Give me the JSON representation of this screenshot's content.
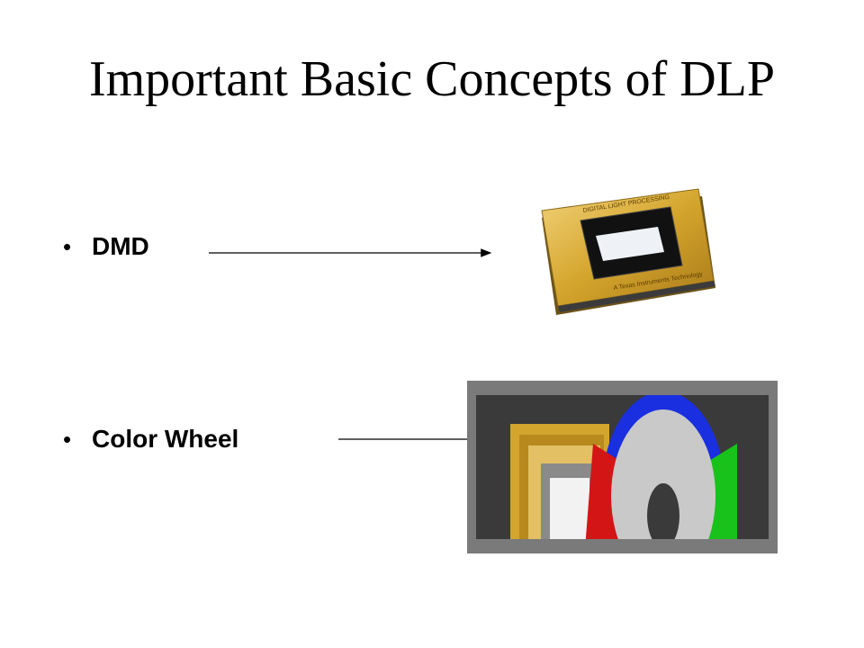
{
  "slide": {
    "title": "Important Basic Concepts of DLP",
    "bullets": [
      {
        "label": "DMD",
        "image": "dmd-chip-photo"
      },
      {
        "label": "Color Wheel",
        "image": "color-wheel-photo"
      }
    ],
    "bullet_glyph": "•"
  },
  "dmd_chip": {
    "header_text": "DIGITAL LIGHT PROCESSING",
    "footer_text": "A Texas Instruments Technology"
  },
  "colors": {
    "chip_gold": "#d4a52c",
    "wheel_red": "#d41515",
    "wheel_blue": "#1a2fe0",
    "wheel_green": "#19c21b",
    "wheel_gray": "#c9c9c9",
    "frame_gray": "#7a7a7a"
  }
}
